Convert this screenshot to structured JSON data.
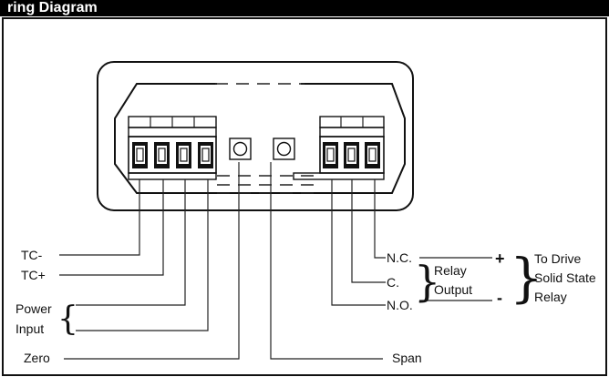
{
  "header": {
    "title": "ring Diagram"
  },
  "labels": {
    "tc_minus": "TC-",
    "tc_plus": "TC+",
    "power_line1": "Power",
    "power_line2": "Input",
    "zero": "Zero",
    "span": "Span",
    "nc": "N.C.",
    "c": "C.",
    "no": "N.O.",
    "relay_line1": "Relay",
    "relay_line2": "Output",
    "plus_sign": "+",
    "minus_sign": "-",
    "drive_line1": "To Drive",
    "drive_line2": "Solid State",
    "drive_line3": "Relay"
  },
  "glyphs": {
    "brace_open": "{",
    "brace_close": "}"
  },
  "colors": {
    "header_bg": "#000000",
    "header_text": "#ffffff",
    "stroke": "#111111",
    "page_bg": "#ffffff"
  }
}
